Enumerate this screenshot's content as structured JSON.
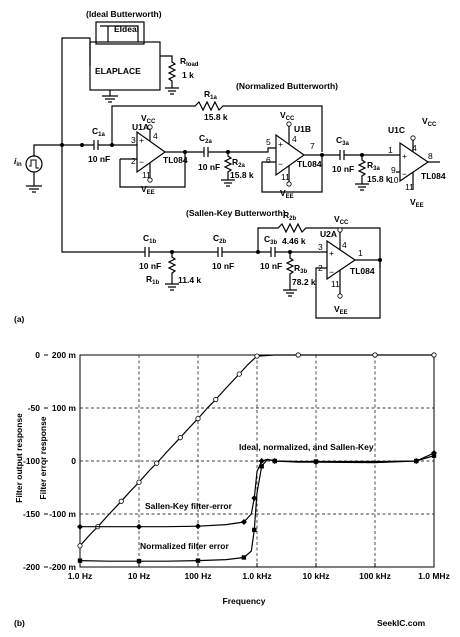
{
  "schematic": {
    "label_ideal": "(Ideal Butterworth)",
    "label_normalized": "(Normalized Butterworth)",
    "label_sallen": "(Sallen-Key Butterworth)",
    "eideal": "EIdeal",
    "elaplace": "ELAPLACE",
    "rload_name": "R",
    "rload_sub": "load",
    "rload_val": "1 k",
    "iin_name": "i",
    "iin_sub": "in",
    "c1a_name": "C",
    "c1a_sub": "1a",
    "c1a_val": "10 nF",
    "r1a_name": "R",
    "r1a_sub": "1a",
    "r1a_val": "15.8 k",
    "u1a": "U1A",
    "u1a_model": "TL084",
    "vcc": "V",
    "vcc_sub": "CC",
    "vee": "V",
    "vee_sub": "EE",
    "c2a_name": "C",
    "c2a_sub": "2a",
    "c2a_val": "10 nF",
    "r2a_name": "R",
    "r2a_sub": "2a",
    "r2a_val": "15.8 k",
    "u1b": "U1B",
    "u1b_model": "TL084",
    "c3a_name": "C",
    "c3a_sub": "3a",
    "c3a_val": "10 nF",
    "r3a_name": "R",
    "r3a_sub": "3a",
    "r3a_val": "15.8 k",
    "u1c": "U1C",
    "u1c_model": "TL084",
    "c1b_name": "C",
    "c1b_sub": "1b",
    "c1b_val": "10 nF",
    "r1b_name": "R",
    "r1b_sub": "1b",
    "r1b_val": "11.4 k",
    "c2b_name": "C",
    "c2b_sub": "2b",
    "c2b_val": "10 nF",
    "r2b_name": "R",
    "r2b_sub": "2b",
    "r2b_val": "4.46 k",
    "c3b_name": "C",
    "c3b_sub": "3b",
    "c3b_val": "10 nF",
    "r3b_name": "R",
    "r3b_sub": "3b",
    "r3b_val": "78.2 k",
    "u2a": "U2A",
    "u2a_model": "TL084",
    "pins": {
      "p1": "1",
      "p2": "2",
      "p3": "3",
      "p4": "4",
      "p5": "5",
      "p6": "6",
      "p7": "7",
      "p8": "8",
      "p9": "9",
      "p10": "10",
      "p11": "11"
    },
    "plus": "+",
    "minus": "−",
    "part_a": "(a)"
  },
  "plot": {
    "ylabel_left": "Filter output response",
    "ylabel_right": "Filter error response",
    "xlabel": "Frequency",
    "part_b": "(b)",
    "annot_main": "Ideal, normalized, and Sallen-Key",
    "annot_sallen": "Sallen-Key filter-error",
    "annot_norm": "Normalized filter error",
    "watermark": "SeekIC.com",
    "y_left_ticks": [
      "0",
      "-50",
      "-100",
      "-150",
      "-200"
    ],
    "y_right_ticks": [
      "200 m",
      "100 m",
      "0",
      "-100 m",
      "-200 m"
    ],
    "x_ticks": [
      "1.0 Hz",
      "10 Hz",
      "100 Hz",
      "1.0 kHz",
      "10 kHz",
      "100 kHz",
      "1.0 MHz"
    ]
  },
  "chart_data": {
    "type": "line",
    "x_scale": "log",
    "xlabel": "Frequency",
    "ylabel": "Filter output response",
    "ylabel_right": "Filter error response",
    "xlim": [
      1,
      1000000
    ],
    "ylim": [
      -200,
      0
    ],
    "ylim_right": [
      -0.2,
      0.2
    ],
    "grid": true,
    "series": [
      {
        "name": "Ideal, normalized, and Sallen-Key",
        "axis": "left",
        "x": [
          1,
          1.5,
          2,
          3,
          5,
          7,
          10,
          15,
          20,
          30,
          50,
          70,
          100,
          150,
          200,
          300,
          500,
          700,
          1000,
          2000,
          5000,
          10000,
          100000,
          1000000
        ],
        "y": [
          -180,
          -169,
          -162,
          -151,
          -138,
          -129,
          -120,
          -109,
          -102,
          -91,
          -78,
          -69,
          -60,
          -49,
          -42,
          -31,
          -18,
          -9,
          -1,
          0,
          0,
          0,
          0,
          0
        ]
      },
      {
        "name": "Sallen-Key filter-error",
        "axis": "right",
        "x": [
          1,
          3,
          10,
          30,
          100,
          300,
          600,
          800,
          900,
          1000,
          1200,
          1500,
          2000,
          5000,
          10000,
          100000,
          500000,
          1000000
        ],
        "y": [
          -0.124,
          -0.124,
          -0.124,
          -0.124,
          -0.123,
          -0.12,
          -0.115,
          -0.1,
          -0.07,
          -0.02,
          0.0,
          0.003,
          0.0,
          -0.002,
          -0.002,
          -0.003,
          0.0,
          0.015
        ]
      },
      {
        "name": "Normalized filter error",
        "axis": "right",
        "x": [
          1,
          3,
          10,
          30,
          100,
          300,
          600,
          800,
          900,
          1000,
          1200,
          1500,
          2000,
          5000,
          10000,
          100000,
          500000,
          1000000
        ],
        "y": [
          -0.188,
          -0.189,
          -0.189,
          -0.189,
          -0.188,
          -0.186,
          -0.182,
          -0.17,
          -0.13,
          -0.06,
          -0.01,
          0.003,
          0.0,
          -0.001,
          -0.001,
          -0.001,
          0.0,
          0.01
        ]
      }
    ]
  }
}
